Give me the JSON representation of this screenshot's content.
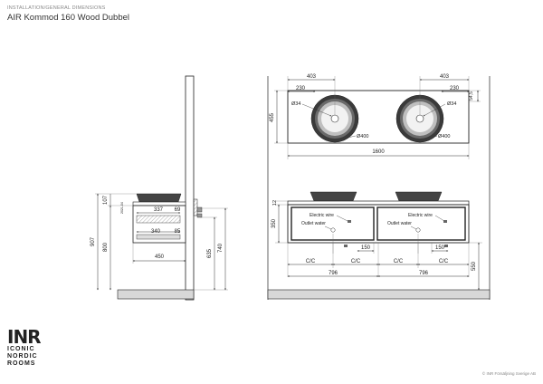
{
  "header": {
    "kicker": "INSTALLATION/GENERAL DIMENSIONS",
    "title": "AIR Kommod 160 Wood Dubbel"
  },
  "side_view": {
    "vertical_code": "2021-04",
    "dims": {
      "top_height": "107",
      "total_height": "907",
      "mount_height": "800",
      "pipe_upper": "635",
      "pipe_lower": "740",
      "depth": "450",
      "drawer_upper": "337",
      "drawer_lower": "340",
      "gap_upper": "69",
      "gap_lower": "85"
    }
  },
  "top_view": {
    "dims": {
      "left_sink_offset": "403",
      "right_sink_offset": "403",
      "left_inner": "230",
      "right_inner": "230",
      "left_drain": "Ø34",
      "right_drain": "Ø34",
      "left_bowl": "Ø400",
      "right_bowl": "Ø400",
      "depth": "455",
      "side_small": "54,5",
      "width": "1600"
    }
  },
  "front_view": {
    "labels": {
      "left_electric": "Electric wire",
      "left_outlet": "Outlet water",
      "right_electric": "Electric wire",
      "right_outlet": "Outlet water"
    },
    "dims": {
      "top_thickness": "12",
      "cabinet_height": "350",
      "left_offset": "150",
      "right_offset": "150",
      "cc_1": "C/C",
      "cc_2": "C/C",
      "cc_3": "C/C",
      "cc_4": "C/C",
      "left_half": "796",
      "right_half": "796",
      "floor_height": "550"
    }
  },
  "brand": {
    "mark": "INR",
    "line1": "ICONIC",
    "line2": "NORDIC",
    "line3": "ROOMS",
    "copyright": "© INR Försäljning Sverige AB"
  }
}
